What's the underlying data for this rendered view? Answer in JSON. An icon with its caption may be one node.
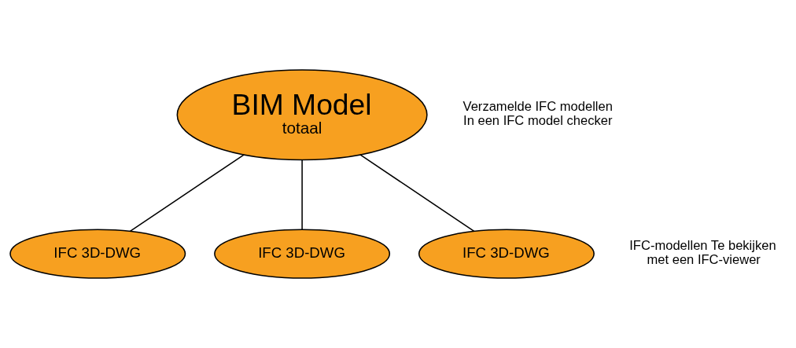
{
  "diagram": {
    "nodes": [
      {
        "text": [
          "BIM Model",
          "totaal"
        ],
        "beside": [
          "Verzamelde IFC modellen In een IFC model checker"
        ]
      },
      {
        "text": [
          "IFC 3D-DWG"
        ]
      },
      {
        "text": [
          "IFC 3D-DWG"
        ]
      },
      {
        "text": [
          "IFC 3D-DWG"
        ]
      }
    ],
    "edges": [
      {
        "from": 0,
        "to": 1,
        "arrow": "none"
      },
      {
        "from": 0,
        "to": 2,
        "arrow": "none"
      },
      {
        "from": 0,
        "to": 3,
        "arrow": "none"
      }
    ],
    "labels": [
      "IFC-modellen Te bekijken met een IFC-viewer"
    ]
  }
}
